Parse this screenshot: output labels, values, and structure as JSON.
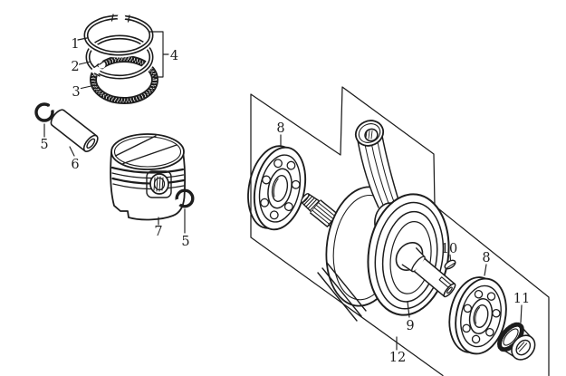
{
  "diagram": {
    "background_color": "#ffffff",
    "line_color": "#1d1d1d",
    "callouts": {
      "ring_top": "1",
      "ring_second": "2",
      "ring_oil": "3",
      "ring_set": "4",
      "circlip_left": "5",
      "piston_pin": "6",
      "piston": "7",
      "circlip_right": "5",
      "bearing_left": "8",
      "crankshaft": "9",
      "woodruff_key": "10",
      "bearing_right": "8",
      "drive_gear": "11",
      "crank_assembly": "12"
    }
  }
}
